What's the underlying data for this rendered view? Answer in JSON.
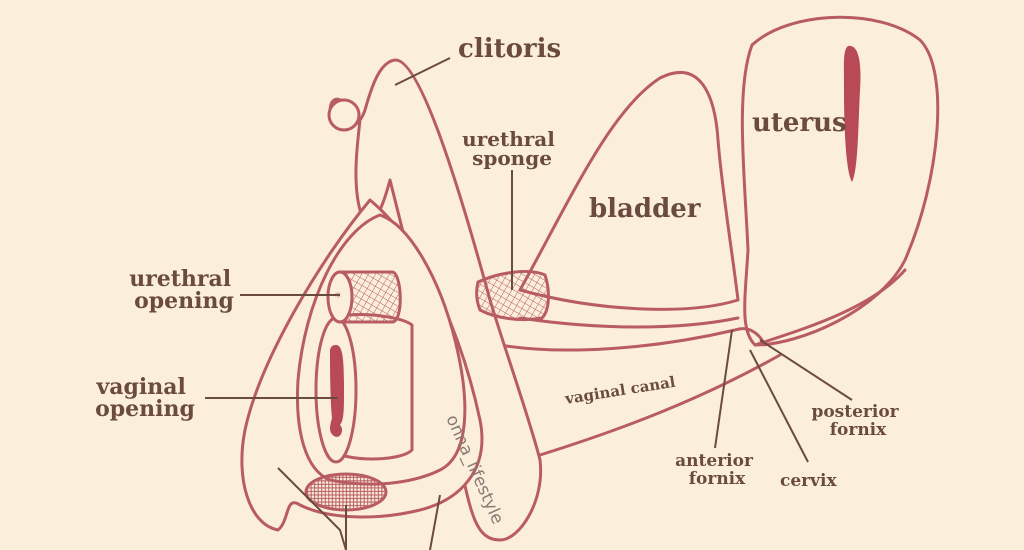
{
  "labels": {
    "clitoris": "clitoris",
    "urethral_sponge": [
      "urethral",
      "sponge"
    ],
    "bladder": "bladder",
    "uterus": "uterus",
    "urethral_opening": [
      "urethral",
      "opening"
    ],
    "vaginal_opening": [
      "vaginal",
      "opening"
    ],
    "vaginal_canal": "vaginal canal",
    "posterior_fornix": [
      "posterior",
      "fornix"
    ],
    "anterior_fornix": [
      "anterior",
      "fornix"
    ],
    "cervix": "cervix"
  },
  "watermark": "onna_lifestyle",
  "colors": {
    "background": "#fbefdc",
    "outline": "#b85c62",
    "label_text": "#6b4a3f",
    "fill_dark": "#b84a55"
  }
}
